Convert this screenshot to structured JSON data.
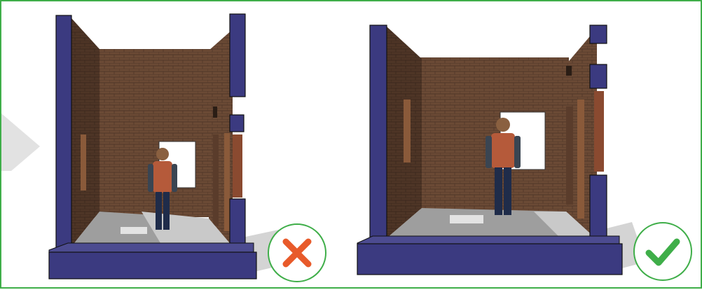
{
  "figure": {
    "panels": [
      {
        "id": "narrow-room",
        "verdict": "incorrect",
        "verdict_icon": "cross-icon"
      },
      {
        "id": "wide-room",
        "verdict": "correct",
        "verdict_icon": "check-icon"
      }
    ],
    "colors": {
      "border": "#3fae49",
      "cross": "#e85a2a",
      "check": "#3fae49",
      "slab": "#3b3a80",
      "pillar": "#3b3a80",
      "brick": "#6b4a35",
      "floor": "#9e9e9e",
      "shadow": "#d4d4d4",
      "pointer": "#e2e2e2"
    }
  }
}
